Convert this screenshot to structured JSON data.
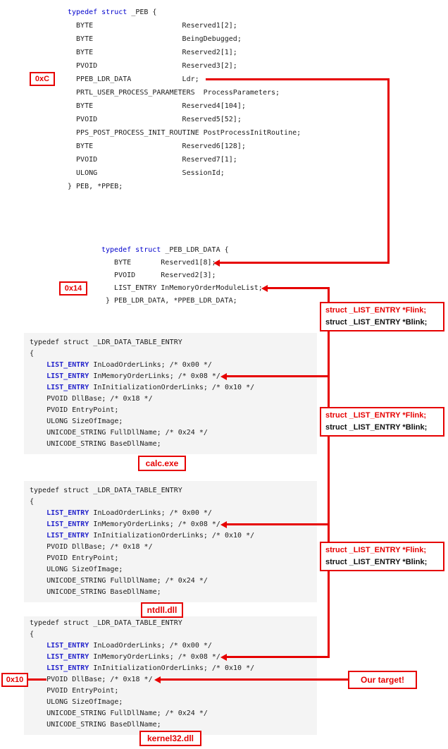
{
  "colors": {
    "accent-red": "#e60000",
    "keyword-blue": "#0000cc",
    "type-blue": "#2424cc",
    "code-text": "#1c1c1c",
    "panel-bg": "#f4f4f4"
  },
  "peb_struct": {
    "lines": [
      [
        {
          "t": "typedef struct",
          "c": "kw"
        },
        {
          "t": " _PEB {",
          "c": ""
        }
      ],
      [
        {
          "t": "  BYTE                     Reserved1[2];",
          "c": ""
        }
      ],
      [
        {
          "t": "  BYTE                     BeingDebugged;",
          "c": ""
        }
      ],
      [
        {
          "t": "  BYTE                     Reserved2[1];",
          "c": ""
        }
      ],
      [
        {
          "t": "  PVOID                    Reserved3[2];",
          "c": ""
        }
      ],
      [
        {
          "t": "  PPEB_LDR_DATA            Ldr;",
          "c": ""
        }
      ],
      [
        {
          "t": "  PRTL_USER_PROCESS_PARAMETERS  ProcessParameters;",
          "c": ""
        }
      ],
      [
        {
          "t": "  BYTE                     Reserved4[104];",
          "c": ""
        }
      ],
      [
        {
          "t": "  PVOID                    Reserved5[52];",
          "c": ""
        }
      ],
      [
        {
          "t": "  PPS_POST_PROCESS_INIT_ROUTINE PostProcessInitRoutine;",
          "c": ""
        }
      ],
      [
        {
          "t": "  BYTE                     Reserved6[128];",
          "c": ""
        }
      ],
      [
        {
          "t": "  PVOID                    Reserved7[1];",
          "c": ""
        }
      ],
      [
        {
          "t": "  ULONG                    SessionId;",
          "c": ""
        }
      ],
      [
        {
          "t": "} PEB, *PPEB;",
          "c": ""
        }
      ]
    ]
  },
  "peb_ldr_data": {
    "lines": [
      [
        {
          "t": "typedef struct",
          "c": "kw"
        },
        {
          "t": " _PEB_LDR_DATA {",
          "c": ""
        }
      ],
      [
        {
          "t": "   BYTE       Reserved1[8];",
          "c": ""
        }
      ],
      [
        {
          "t": "   PVOID      Reserved2[3];",
          "c": ""
        }
      ],
      [
        {
          "t": "   LIST_ENTRY InMemoryOrderModuleList;",
          "c": ""
        }
      ],
      [
        {
          "t": " } PEB_LDR_DATA, *PPEB_LDR_DATA;",
          "c": ""
        }
      ]
    ]
  },
  "ldr_table_entry": {
    "lines": [
      [
        {
          "t": "typedef struct _LDR_DATA_TABLE_ENTRY",
          "c": ""
        }
      ],
      [
        {
          "t": "{",
          "c": ""
        }
      ],
      [
        {
          "t": "    ",
          "c": ""
        },
        {
          "t": "LIST_ENTRY",
          "c": "ty"
        },
        {
          "t": " InLoadOrderLinks; /* 0x00 */",
          "c": ""
        }
      ],
      [
        {
          "t": "    ",
          "c": ""
        },
        {
          "t": "LIST_ENTRY",
          "c": "ty"
        },
        {
          "t": " InMemoryOrderLinks; /* 0x08 */",
          "c": ""
        }
      ],
      [
        {
          "t": "    ",
          "c": ""
        },
        {
          "t": "LIST_ENTRY",
          "c": "ty"
        },
        {
          "t": " InInitializationOrderLinks; /* 0x10 */",
          "c": ""
        }
      ],
      [
        {
          "t": "    PVOID DllBase; /* 0x18 */",
          "c": ""
        }
      ],
      [
        {
          "t": "    PVOID EntryPoint;",
          "c": ""
        }
      ],
      [
        {
          "t": "    ULONG SizeOfImage;",
          "c": ""
        }
      ],
      [
        {
          "t": "    UNICODE_STRING FullDllName; /* 0x24 */",
          "c": ""
        }
      ],
      [
        {
          "t": "    UNICODE_STRING BaseDllName;",
          "c": ""
        }
      ]
    ]
  },
  "list_entry_box": {
    "flink": "struct _LIST_ENTRY *Flink;",
    "blink": "struct _LIST_ENTRY *Blink;"
  },
  "labels": {
    "offset_ldr": "0xC",
    "offset_inmemorylist": "0x14",
    "offset_dllbase": "0x10",
    "target": "Our target!",
    "modules": [
      "calc.exe",
      "ntdll.dll",
      "kernel32.dll"
    ]
  }
}
